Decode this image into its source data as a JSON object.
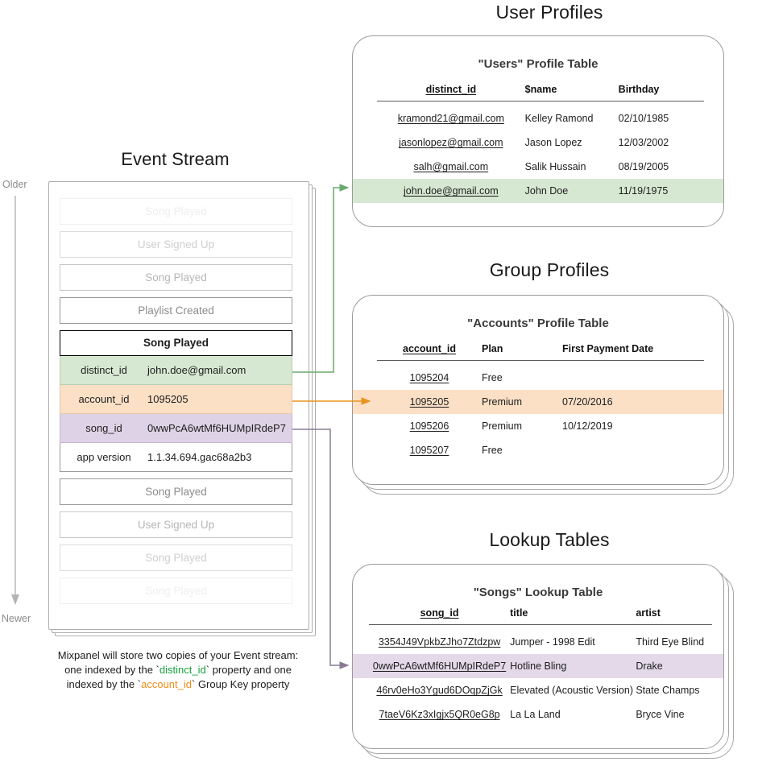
{
  "sections": {
    "event_stream_title": "Event Stream",
    "user_profiles_title": "User Profiles",
    "group_profiles_title": "Group Profiles",
    "lookup_tables_title": "Lookup Tables"
  },
  "timeline": {
    "older_label": "Older",
    "newer_label": "Newer"
  },
  "event_stream": {
    "events": [
      {
        "label": "Song Played",
        "fade": "fade1"
      },
      {
        "label": "User Signed Up",
        "fade": "fade2"
      },
      {
        "label": "Song Played",
        "fade": "fade3"
      },
      {
        "label": "Playlist Created",
        "fade": "fade4"
      }
    ],
    "expanded": {
      "name": "Song Played",
      "properties": [
        {
          "key": "distinct_id",
          "value": "john.doe@gmail.com",
          "tone": "green"
        },
        {
          "key": "account_id",
          "value": "1095205",
          "tone": "orange"
        },
        {
          "key": "song_id",
          "value": "0wwPcA6wtMf6HUMpIRdeP7",
          "tone": "purple"
        },
        {
          "key": "app version",
          "value": "1.1.34.694.gac68a2b3",
          "tone": "plain"
        }
      ]
    },
    "events_after": [
      {
        "label": "Song Played",
        "fade": "fade4"
      },
      {
        "label": "User Signed Up",
        "fade": "fade3"
      },
      {
        "label": "Song Played",
        "fade": "fade2"
      },
      {
        "label": "Song Played",
        "fade": "fade1"
      }
    ],
    "caption": {
      "line1": "Mixpanel will store two copies of your Event stream:",
      "line2_pre": "one indexed by the `",
      "line2_key": "distinct_id",
      "line2_post": "` property and one",
      "line3_pre": "indexed by the `",
      "line3_key": "account_id",
      "line3_post": "` Group Key property"
    }
  },
  "users_table": {
    "title": "\"Users\" Profile Table",
    "columns": [
      "distinct_id",
      "$name",
      "Birthday"
    ],
    "rows": [
      {
        "cells": [
          "kramond21@gmail.com",
          "Kelley Ramond",
          "02/10/1985"
        ],
        "highlight": ""
      },
      {
        "cells": [
          "jasonlopez@gmail.com",
          "Jason Lopez",
          "12/03/2002"
        ],
        "highlight": ""
      },
      {
        "cells": [
          "salh@gmail.com",
          "Salik Hussain",
          "08/19/2005"
        ],
        "highlight": ""
      },
      {
        "cells": [
          "john.doe@gmail.com",
          "John Doe",
          "11/19/1975"
        ],
        "highlight": "hl-green"
      }
    ]
  },
  "accounts_table": {
    "title": "\"Accounts\" Profile Table",
    "columns": [
      "account_id",
      "Plan",
      "First Payment Date"
    ],
    "rows": [
      {
        "cells": [
          "1095204",
          "Free",
          ""
        ],
        "highlight": ""
      },
      {
        "cells": [
          "1095205",
          "Premium",
          "07/20/2016"
        ],
        "highlight": "hl-orange"
      },
      {
        "cells": [
          "1095206",
          "Premium",
          "10/12/2019"
        ],
        "highlight": ""
      },
      {
        "cells": [
          "1095207",
          "Free",
          ""
        ],
        "highlight": ""
      }
    ]
  },
  "songs_table": {
    "title": "\"Songs\" Lookup Table",
    "columns": [
      "song_id",
      "title",
      "artist"
    ],
    "rows": [
      {
        "cells": [
          "3354J49VpkbZJho7Ztdzpw",
          "Jumper - 1998 Edit",
          "Third Eye Blind"
        ],
        "highlight": ""
      },
      {
        "cells": [
          "0wwPcA6wtMf6HUMpIRdeP7",
          "Hotline Bling",
          "Drake"
        ],
        "highlight": "hl-purple"
      },
      {
        "cells": [
          "46rv0eHo3Ygud6DOqpZjGk",
          "Elevated (Acoustic Version)",
          "State Champs"
        ],
        "highlight": ""
      },
      {
        "cells": [
          "7taeV6Kz3xIgjx5QR0eG8p",
          "La La Land",
          "Bryce Vine"
        ],
        "highlight": ""
      }
    ]
  },
  "colors": {
    "green": "#d7e8d2",
    "orange": "#fbe0c6",
    "purple": "#e4d9e9",
    "green_arrow": "#6aa96f",
    "orange_arrow": "#e8941f",
    "purple_arrow": "#8a7b94",
    "border": "#9b9b9b",
    "caption_green": "#15a13c",
    "caption_orange": "#f08c1a"
  }
}
